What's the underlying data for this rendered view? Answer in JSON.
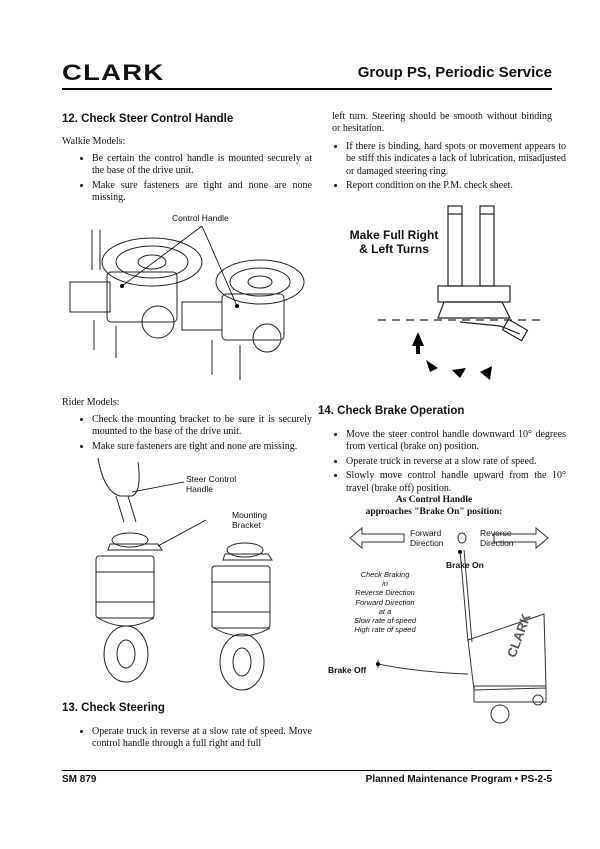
{
  "header": {
    "brand": "CLARK",
    "section": "Group PS, Periodic Service"
  },
  "s12": {
    "title": "12. Check Steer Control Handle",
    "walkie_label": "Walkie Models:",
    "walkie_items": [
      "Be certain the control handle is mounted securely at the base of the drive unit.",
      "Make sure fasteners are tight and none are none missing."
    ],
    "fig1_label": "Control Handle",
    "rider_label": "Rider Models:",
    "rider_items": [
      "Check the mounting bracket to be sure it is securely mounted to the base of the drive unit.",
      "Make sure fasteners are tight and none are missing."
    ],
    "fig2_label_a": "Steer Control Handle",
    "fig2_label_b": "Mounting Bracket"
  },
  "s13": {
    "title": "13. Check Steering",
    "item_1": "Operate truck in reverse at a slow rate of speed. Move control handle through a full right and full",
    "continued": "left turn. Steering should be smooth without binding or hesitation.",
    "items": [
      "If there is binding, hard spots or movement appears to be stiff this indicates a lack of lubrication, misadjusted or damaged steering ring.",
      "Report condition on the P.M. check sheet."
    ],
    "fig_label": "Make Full Right & Left Turns"
  },
  "s14": {
    "title": "14. Check Brake Operation",
    "items": [
      "Move the steer control handle downward 10° degrees from vertical (brake on) position.",
      "Operate truck in reverse at a slow rate of speed.",
      "Slowly move control handle upward from the 10° travel (brake off) position."
    ],
    "caption_1": "As Control Handle",
    "caption_2": "approaches \"Brake On\" position:",
    "forward": "Forward Direction",
    "reverse": "Reverse Direction",
    "brake_on": "Brake On",
    "brake_off": "Brake Off",
    "check_lines": [
      "Check Braking",
      "in",
      "Reverse Direction",
      "Forward Direction",
      "at a",
      "Slow rate of speed",
      "High rate of speed"
    ],
    "truck_brand": "CLARK"
  },
  "footer": {
    "left": "SM 879",
    "right": "Planned Maintenance Program • PS-2-5"
  }
}
